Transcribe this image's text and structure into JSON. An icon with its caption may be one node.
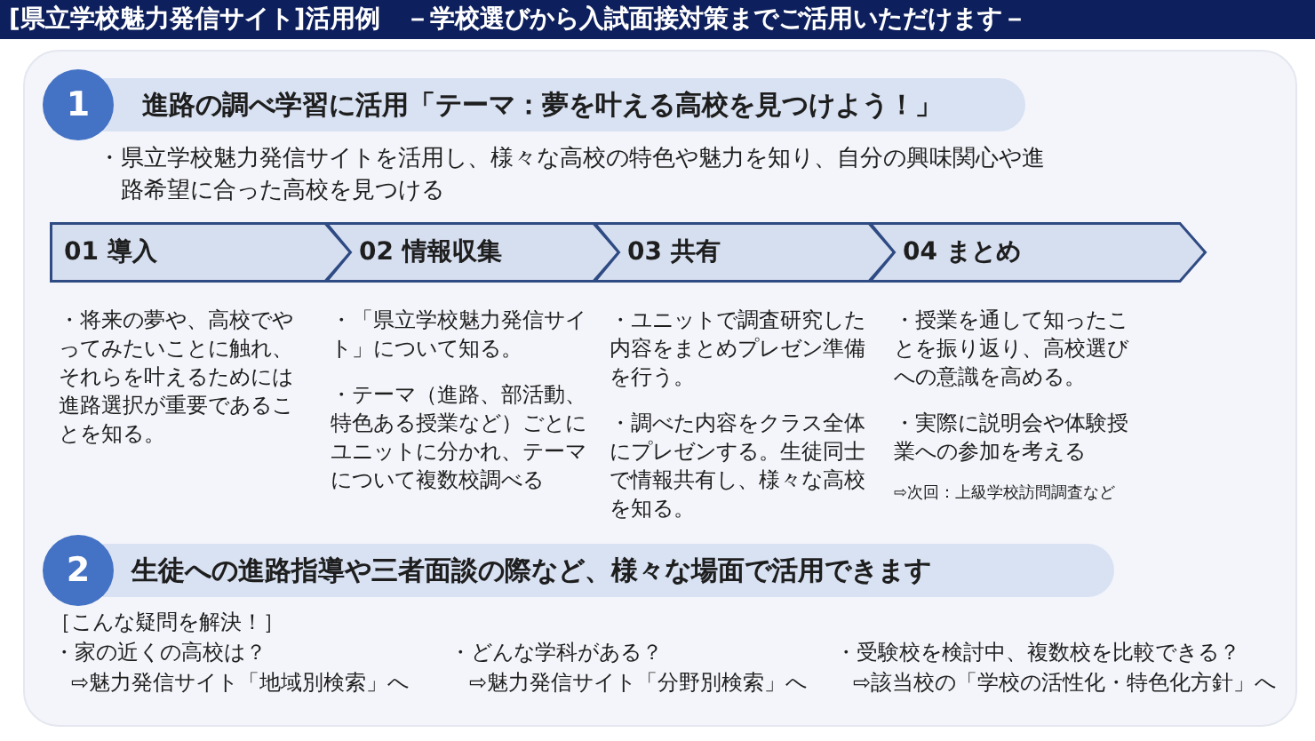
{
  "diagram": {
    "title": "[県立学校魅力発信サイト]活用例　－学校選びから入試面接対策までご活用いただけます－",
    "nodes": [
      {
        "text": [],
        "shape": "box"
      },
      {
        "text": [
          "1"
        ],
        "in": 0
      },
      {
        "text": [
          "進路の調べ学習に活用「テーマ：夢を叶える高校を見つけよう！」"
        ],
        "in": 0
      },
      {
        "text": [
          "01 導入"
        ],
        "in": 0
      },
      {
        "text": [
          "02 情報収集"
        ],
        "in": 0
      },
      {
        "text": [
          "03 共有"
        ],
        "in": 0
      },
      {
        "text": [
          "04 まとめ"
        ],
        "in": 0
      },
      {
        "text": [
          "2"
        ],
        "in": 0
      },
      {
        "text": [
          "生徒への進路指導や三者面談の際など、様々な場面で活用できます"
        ],
        "in": 0
      }
    ],
    "labels": [
      "・県立学校魅力発信サイトを活用し、様々な高校の特色や魅力を知り、自分の興味関心や進路希望に合った高校を見つける",
      "・将来の夢や、高校でやってみたいことに触れ、それらを叶えるためには進路選択が重要であることを知る。",
      "・「県立学校魅力発信サイト」について知る。",
      "・テーマ（進路、部活動、特色ある授業など）ごとにユニットに分かれ、テーマについて複数校調べる",
      "・ユニットで調査研究した内容をまとめプレゼン準備を行う。",
      "・調べた内容をクラス全体にプレゼンする。生徒同士で情報共有し、様々な高校を知る。",
      "・授業を通して知ったことを振り返り、高校選びへの意識を高める。",
      "・実際に説明会や体験授業への参加を考える",
      "⇨次回：上級学校訪問調査など",
      "［こんな疑問を解決！］",
      "・家の近くの高校は？",
      "⇨魅力発信サイト「地域別検索」へ",
      "・どんな学科がある？",
      "⇨魅力発信サイト「分野別検索」へ",
      "・受験校を検討中、複数校を比較できる？",
      "⇨該当校の「学校の活性化・特色化方針」へ"
    ]
  }
}
